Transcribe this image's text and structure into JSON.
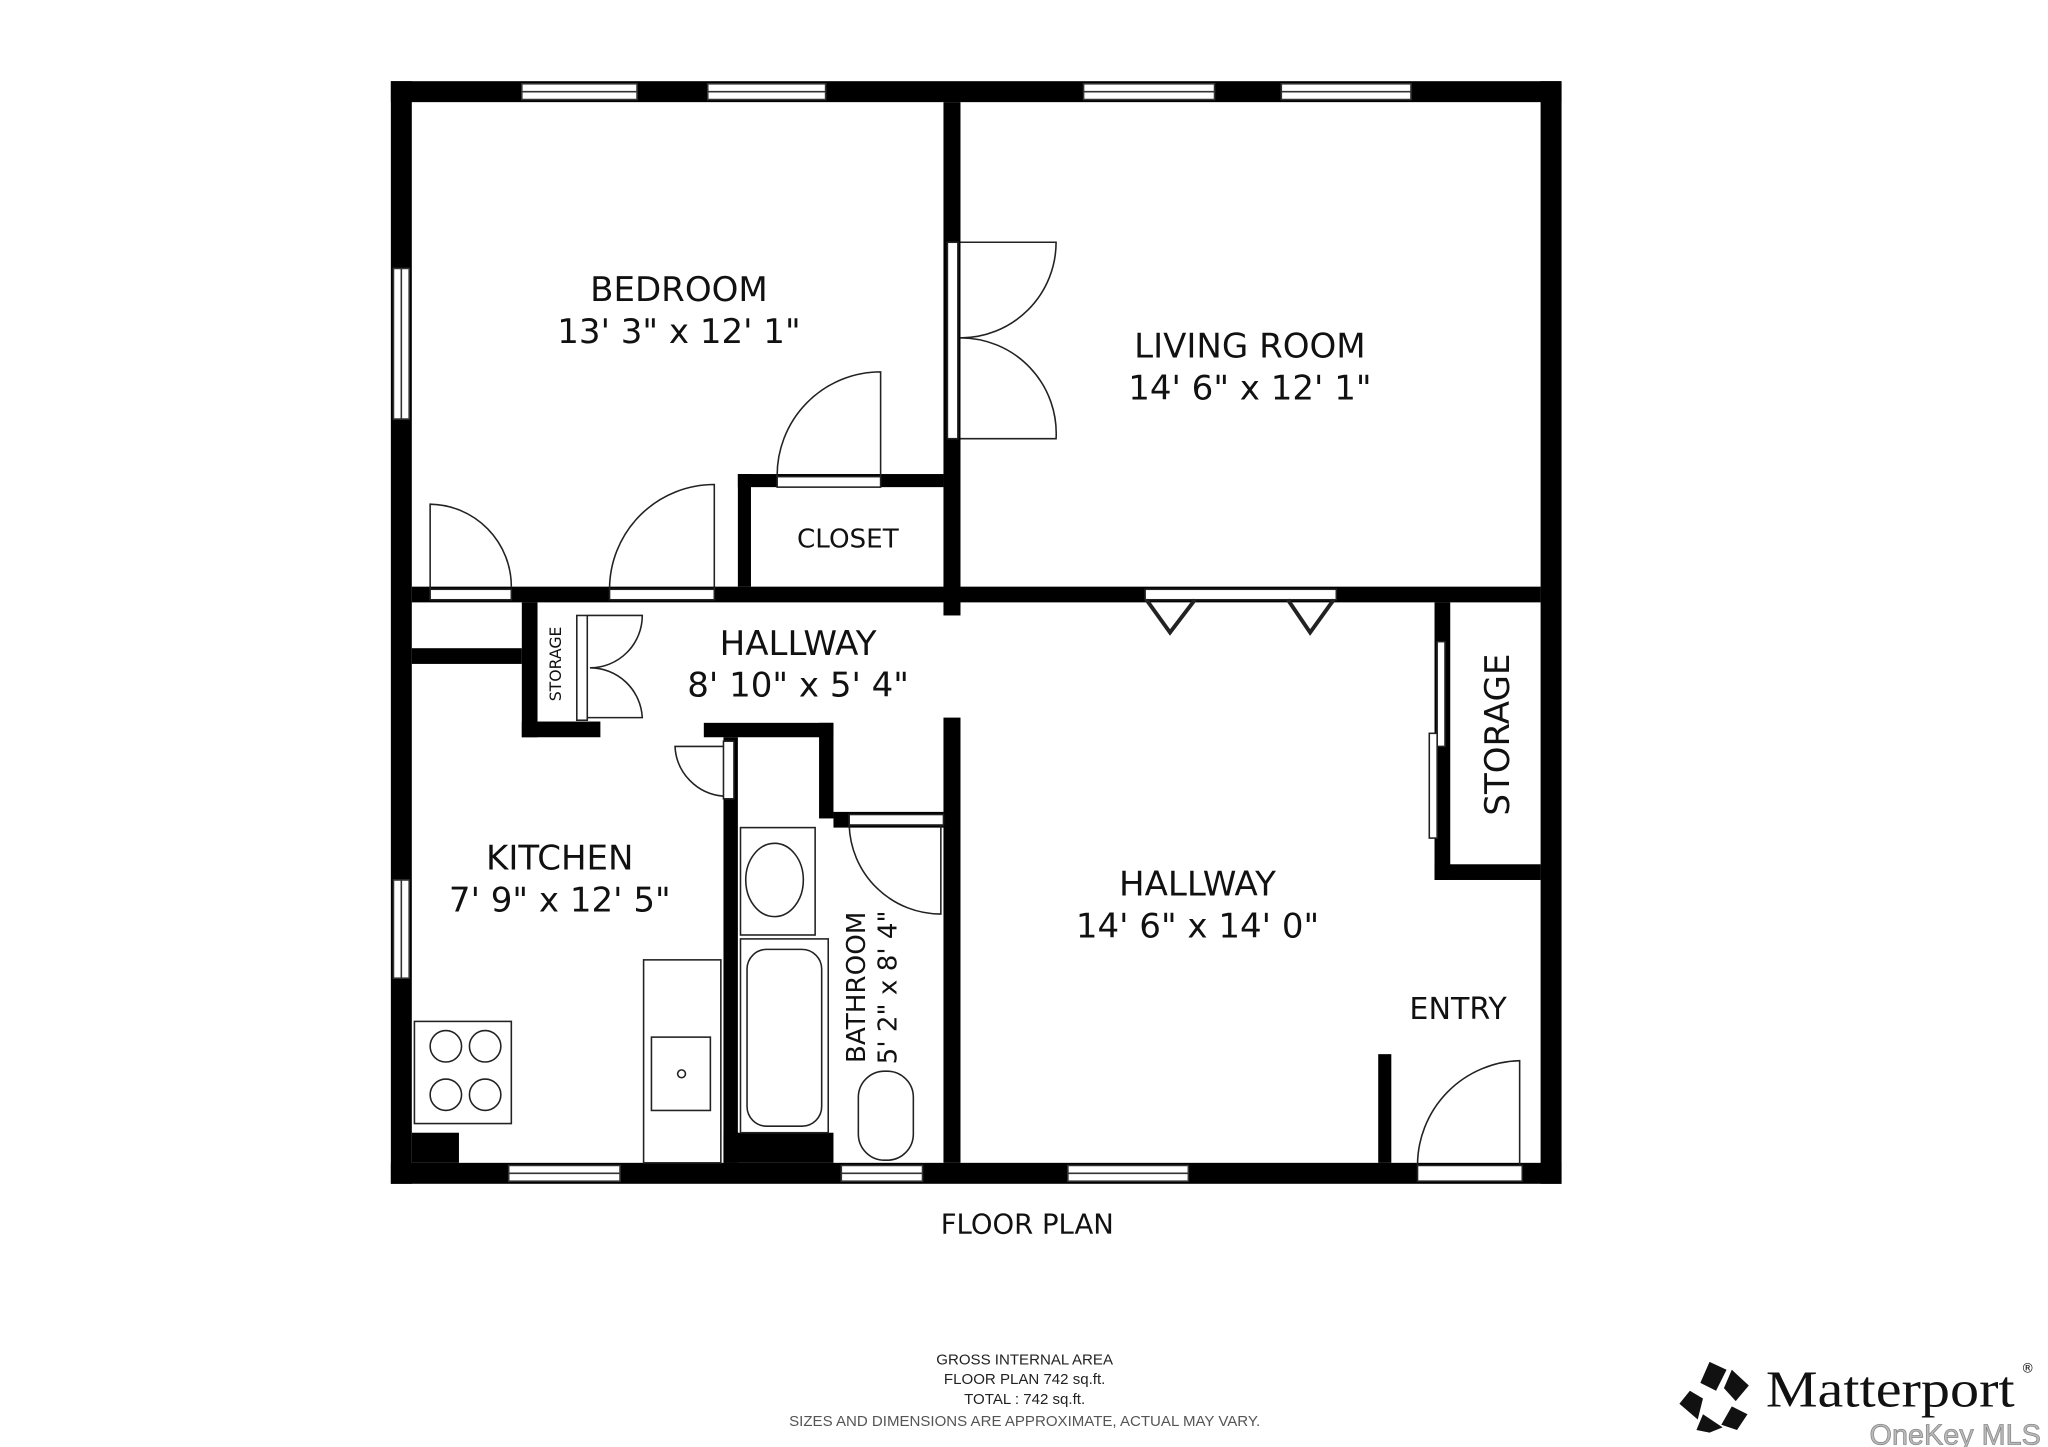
{
  "rooms": {
    "bedroom": {
      "name": "BEDROOM",
      "dims": "13' 3\" x 12' 1\""
    },
    "living_room": {
      "name": "LIVING ROOM",
      "dims": "14' 6\" x 12' 1\""
    },
    "closet": {
      "name": "CLOSET"
    },
    "hallway_small": {
      "name": "HALLWAY",
      "dims": "8' 10\" x 5' 4\""
    },
    "storage_small": {
      "name": "STORAGE"
    },
    "kitchen": {
      "name": "KITCHEN",
      "dims": "7' 9\" x 12' 5\""
    },
    "bathroom": {
      "name": "BATHROOM",
      "dims": "5' 2\" x 8' 4\""
    },
    "hallway_large": {
      "name": "HALLWAY",
      "dims": "14' 6\" x 14' 0\""
    },
    "storage_large": {
      "name": "STORAGE"
    },
    "entry": {
      "name": "ENTRY"
    }
  },
  "plan_title": "FLOOR PLAN",
  "area": {
    "heading": "GROSS INTERNAL AREA",
    "floor_plan": "FLOOR PLAN 742 sq.ft.",
    "total": "TOTAL :  742 sq.ft.",
    "disclaimer": "SIZES AND DIMENSIONS ARE APPROXIMATE, ACTUAL MAY VARY."
  },
  "logo": {
    "brand": "Matterport",
    "mark": "®"
  },
  "watermark": "OneKey MLS"
}
